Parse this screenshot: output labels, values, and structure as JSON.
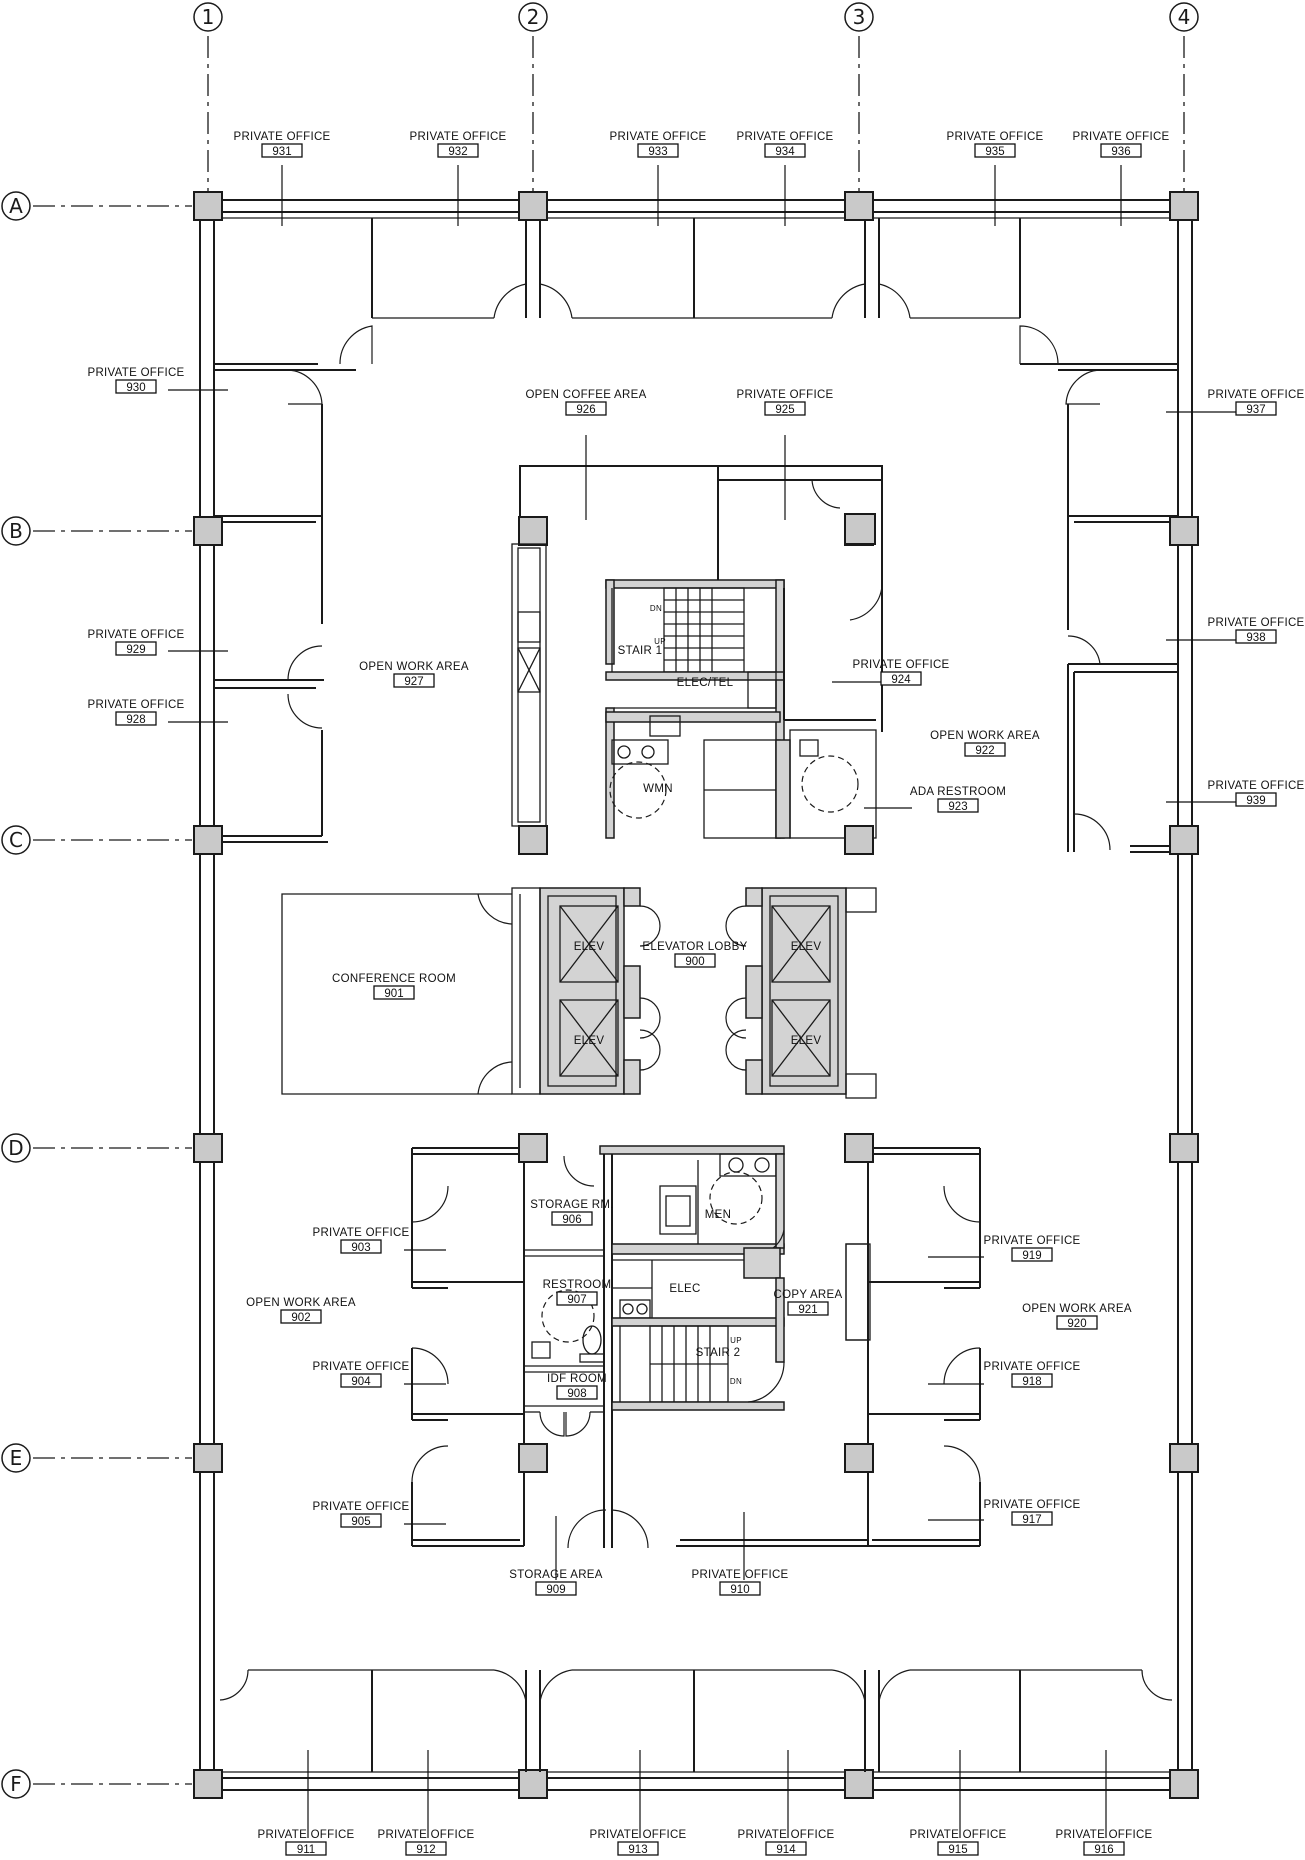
{
  "grid": {
    "columns": [
      "1",
      "2",
      "3",
      "4"
    ],
    "rows": [
      "A",
      "B",
      "C",
      "D",
      "E",
      "F"
    ]
  },
  "rooms": [
    {
      "name": "PRIVATE OFFICE",
      "number": "931"
    },
    {
      "name": "PRIVATE OFFICE",
      "number": "932"
    },
    {
      "name": "PRIVATE OFFICE",
      "number": "933"
    },
    {
      "name": "PRIVATE OFFICE",
      "number": "934"
    },
    {
      "name": "PRIVATE OFFICE",
      "number": "935"
    },
    {
      "name": "PRIVATE OFFICE",
      "number": "936"
    },
    {
      "name": "PRIVATE OFFICE",
      "number": "930"
    },
    {
      "name": "OPEN COFFEE AREA",
      "number": "926"
    },
    {
      "name": "PRIVATE OFFICE",
      "number": "925"
    },
    {
      "name": "PRIVATE OFFICE",
      "number": "937"
    },
    {
      "name": "PRIVATE OFFICE",
      "number": "929"
    },
    {
      "name": "PRIVATE OFFICE",
      "number": "928"
    },
    {
      "name": "OPEN WORK AREA",
      "number": "927"
    },
    {
      "name": "PRIVATE OFFICE",
      "number": "924"
    },
    {
      "name": "PRIVATE OFFICE",
      "number": "938"
    },
    {
      "name": "OPEN WORK AREA",
      "number": "922"
    },
    {
      "name": "ADA RESTROOM",
      "number": "923"
    },
    {
      "name": "PRIVATE OFFICE",
      "number": "939"
    },
    {
      "name": "ELEVATOR LOBBY",
      "number": "900"
    },
    {
      "name": "CONFERENCE ROOM",
      "number": "901"
    },
    {
      "name": "STORAGE RM.",
      "number": "906"
    },
    {
      "name": "PRIVATE OFFICE",
      "number": "903"
    },
    {
      "name": "PRIVATE OFFICE",
      "number": "919"
    },
    {
      "name": "RESTROOM",
      "number": "907"
    },
    {
      "name": "OPEN WORK AREA",
      "number": "902"
    },
    {
      "name": "COPY AREA",
      "number": "921"
    },
    {
      "name": "OPEN WORK AREA",
      "number": "920"
    },
    {
      "name": "PRIVATE OFFICE",
      "number": "904"
    },
    {
      "name": "PRIVATE OFFICE",
      "number": "918"
    },
    {
      "name": "IDF ROOM",
      "number": "908"
    },
    {
      "name": "PRIVATE OFFICE",
      "number": "905"
    },
    {
      "name": "PRIVATE OFFICE",
      "number": "917"
    },
    {
      "name": "STORAGE AREA",
      "number": "909"
    },
    {
      "name": "PRIVATE OFFICE",
      "number": "910"
    },
    {
      "name": "PRIVATE OFFICE",
      "number": "911"
    },
    {
      "name": "PRIVATE OFFICE",
      "number": "912"
    },
    {
      "name": "PRIVATE OFFICE",
      "number": "913"
    },
    {
      "name": "PRIVATE OFFICE",
      "number": "914"
    },
    {
      "name": "PRIVATE OFFICE",
      "number": "915"
    },
    {
      "name": "PRIVATE OFFICE",
      "number": "916"
    }
  ],
  "core_labels": [
    {
      "id": "stair1",
      "text": "STAIR 1"
    },
    {
      "id": "dn1",
      "text": "DN"
    },
    {
      "id": "up1",
      "text": "UP"
    },
    {
      "id": "elec_tel",
      "text": "ELEC/TEL"
    },
    {
      "id": "wmn",
      "text": "WMN"
    },
    {
      "id": "elev1",
      "text": "ELEV"
    },
    {
      "id": "elev2",
      "text": "ELEV"
    },
    {
      "id": "elev3",
      "text": "ELEV"
    },
    {
      "id": "elev4",
      "text": "ELEV"
    },
    {
      "id": "men",
      "text": "MEN"
    },
    {
      "id": "elec",
      "text": "ELEC"
    },
    {
      "id": "stair2",
      "text": "STAIR 2"
    },
    {
      "id": "up2",
      "text": "UP"
    },
    {
      "id": "dn2",
      "text": "DN"
    }
  ]
}
